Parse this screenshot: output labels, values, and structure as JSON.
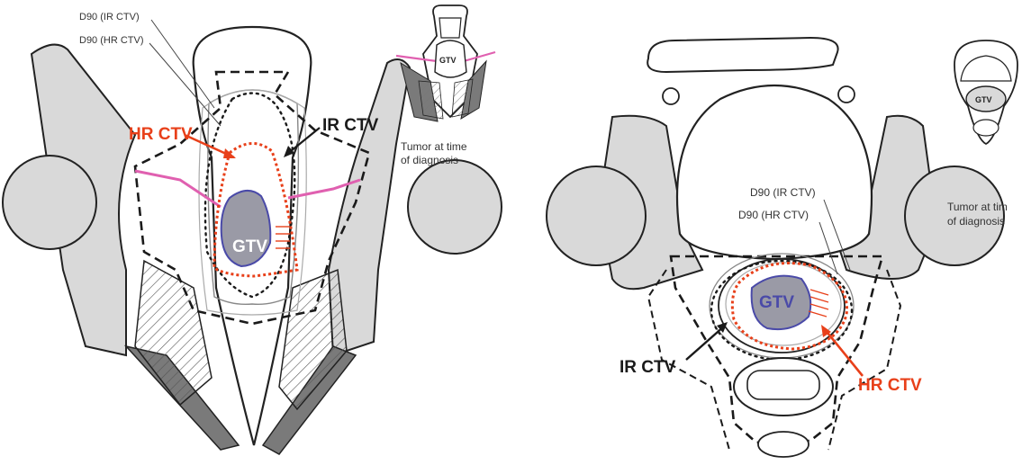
{
  "colors": {
    "hr_ctv": "#e8401a",
    "gtv_fill": "#9a9aa6",
    "gtv_outline": "#4a4aa8",
    "bone": "#d9d9d9",
    "muscle": "#7a7a7a",
    "ligament": "#e060b0"
  },
  "left_panel": {
    "d90_ir_label": "D90 (IR CTV)",
    "d90_hr_label": "D90 (HR CTV)",
    "hr_ctv_label": "HR CTV",
    "ir_ctv_label": "IR CTV",
    "gtv_label": "GTV",
    "inset_gtv_label": "GTV",
    "inset_caption_line1": "Tumor at time",
    "inset_caption_line2": "of diagnosis"
  },
  "right_panel": {
    "d90_ir_label": "D90 (IR CTV)",
    "d90_hr_label": "D90 (HR CTV)",
    "hr_ctv_label": "HR CTV",
    "ir_ctv_label": "IR CTV",
    "gtv_label": "GTV",
    "inset_gtv_label": "GTV",
    "inset_caption_line1": "Tumor at tim",
    "inset_caption_line2": "of diagnosis"
  }
}
